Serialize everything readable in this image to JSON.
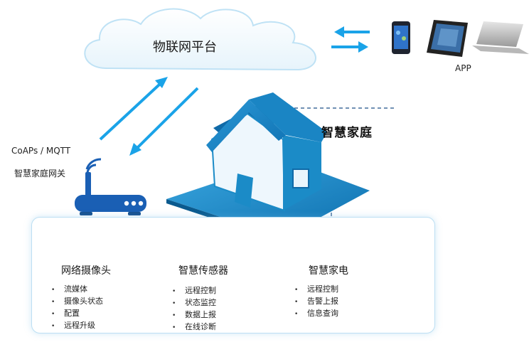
{
  "cloud": {
    "title": "物联网平台"
  },
  "devices": {
    "label": "APP",
    "icons": [
      "smartphone-icon",
      "tablet-icon",
      "laptop-icon"
    ]
  },
  "home": {
    "title": "智慧家庭"
  },
  "gateway": {
    "protocol": "CoAPs / MQTT",
    "label": "智慧家庭网关"
  },
  "groups": [
    {
      "title": "网络摄像头",
      "items": [
        "流媒体",
        "摄像头状态",
        "配置",
        "远程升级"
      ]
    },
    {
      "title": "智慧传感器",
      "items": [
        "远程控制",
        "状态监控",
        "数据上报",
        "在线诊断"
      ]
    },
    {
      "title": "智慧家电",
      "items": [
        "远程控制",
        "告警上报",
        "信息查询"
      ]
    }
  ],
  "colors": {
    "accent": "#1aa3e8",
    "house": "#1b8bc7",
    "router": "#1a5fb4",
    "cloud_stroke": "#bfe2f5"
  }
}
